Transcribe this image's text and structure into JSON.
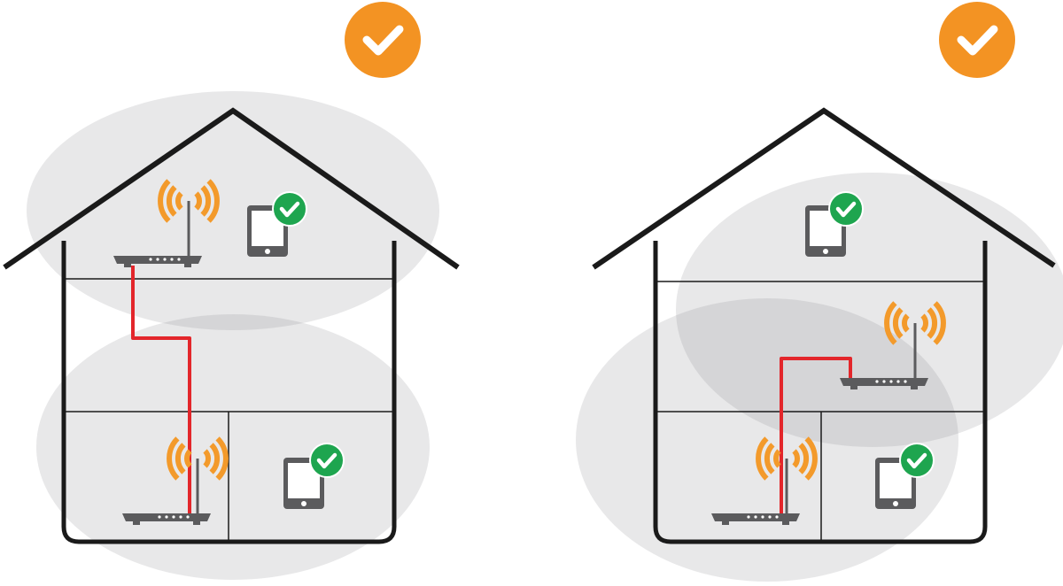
{
  "colors": {
    "background": "#ffffff",
    "house_outline": "#1a1a1a",
    "coverage_zone": "#8a8a90",
    "wifi_waves": "#f39a2b",
    "ethernet_cable": "#e3262b",
    "router": "#5b5b5d",
    "tablet": "#5b5b5d",
    "device_ok_badge": "#1ea54f",
    "approved_badge": "#f39323"
  },
  "panels": [
    {
      "id": "left",
      "icons": [
        "orange-check-badge-icon",
        "router-icon",
        "router-icon",
        "tablet-icon",
        "tablet-icon",
        "green-check-icon",
        "green-check-icon",
        "ethernet-cable"
      ]
    },
    {
      "id": "right",
      "icons": [
        "orange-check-badge-icon",
        "router-icon",
        "router-icon",
        "tablet-icon",
        "tablet-icon",
        "green-check-icon",
        "green-check-icon",
        "ethernet-cable"
      ]
    }
  ]
}
